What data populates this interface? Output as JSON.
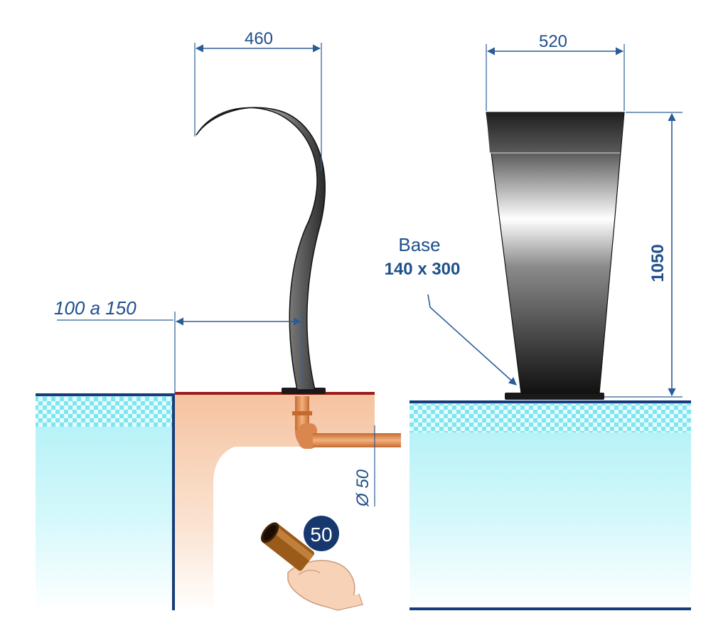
{
  "dimensions": {
    "curved_width": "460",
    "straight_width": "520",
    "height": "1050",
    "distance_from_edge": "100 a 150",
    "pipe_diameter": "Ø 50"
  },
  "base_label": {
    "line1": "Base",
    "line2": "140 x 300"
  },
  "pipe_badge": "50",
  "colors": {
    "dimension": "#1f4f8b",
    "pool_water": "#bff2f7",
    "deck": "#f6c9a8",
    "copper": "#d9874e",
    "steel_dark": "#1a1a1a"
  },
  "icons": [
    "curved-waterfall-spout-icon",
    "straight-waterfall-spout-icon",
    "copper-pipe-icon",
    "hand-holding-pipe-icon"
  ]
}
